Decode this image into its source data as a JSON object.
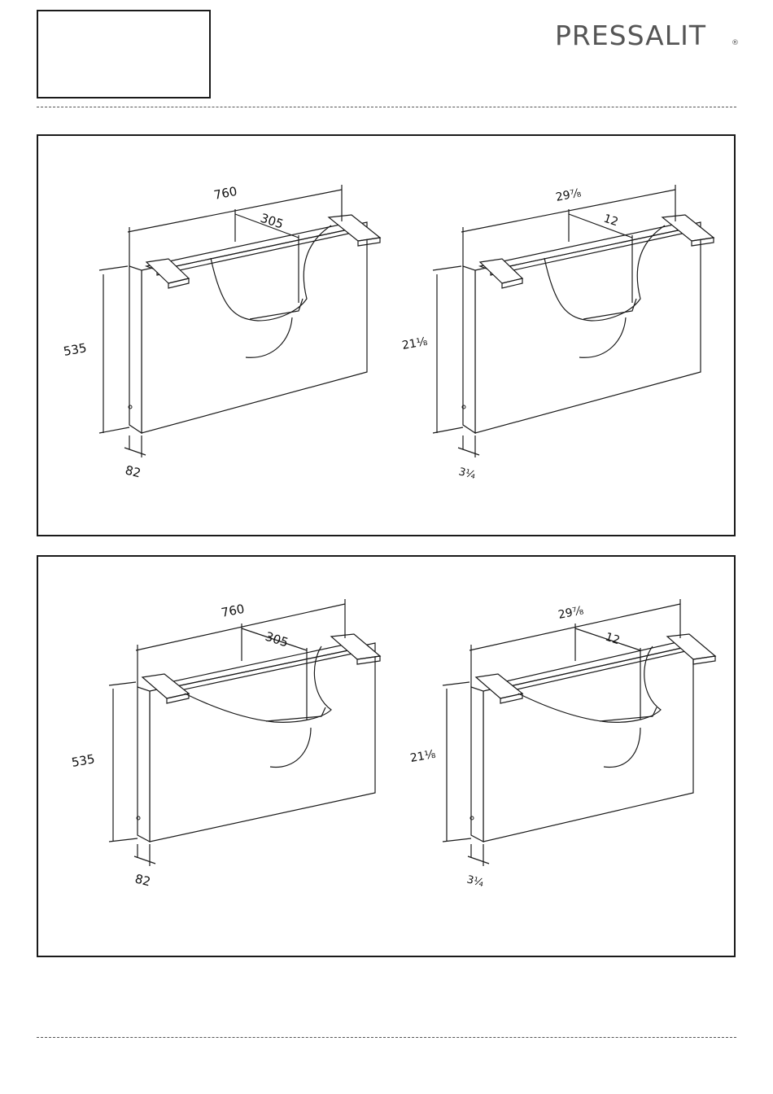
{
  "brand": {
    "logo_text": "PRESSALIT",
    "reg_mark": "®"
  },
  "panels": [
    {
      "figures": [
        {
          "width": "760",
          "offset": "305",
          "height": "535",
          "depth": "82"
        },
        {
          "width": "29⅞",
          "offset": "12",
          "height": "21⅛",
          "depth": "3¼"
        }
      ]
    },
    {
      "figures": [
        {
          "width": "760",
          "offset": "305",
          "height": "535",
          "depth": "82"
        },
        {
          "width": "29⅞",
          "offset": "12",
          "height": "21⅛",
          "depth": "3¼"
        }
      ]
    }
  ],
  "colors": {
    "line": "#1a1a1a",
    "logo": "#555555"
  }
}
